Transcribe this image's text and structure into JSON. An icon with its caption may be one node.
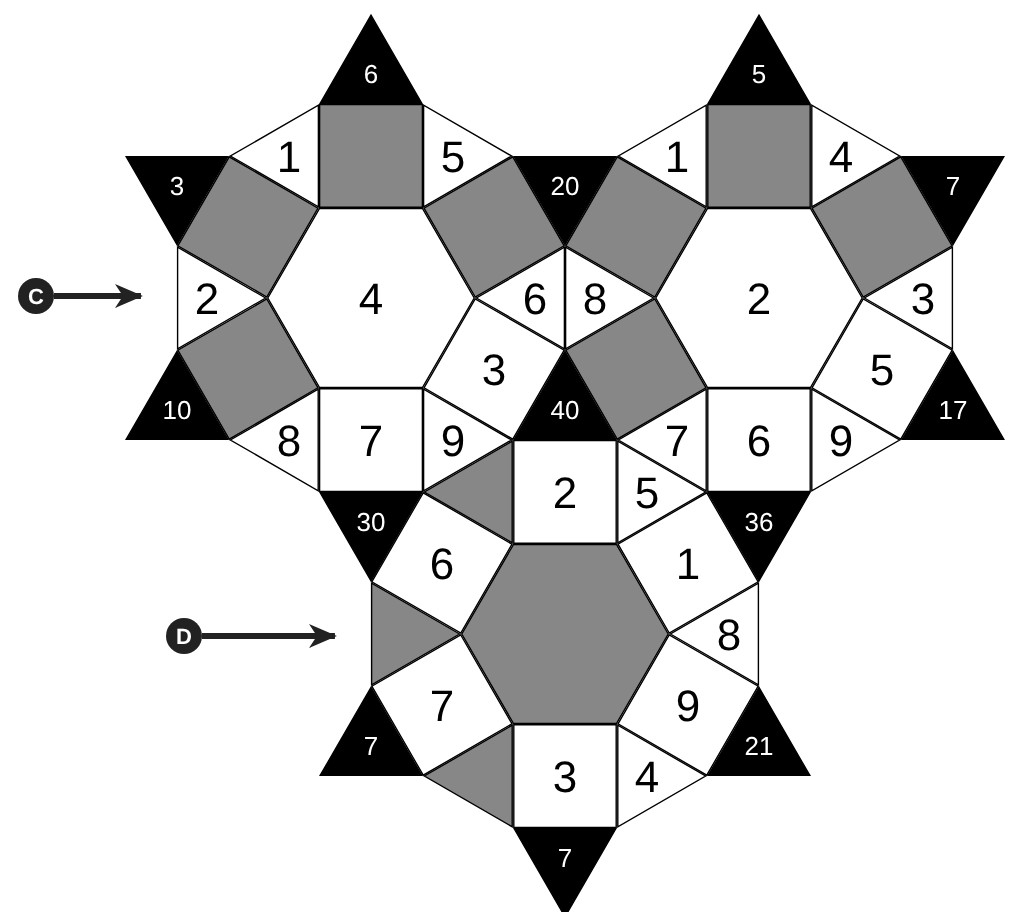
{
  "diagram": {
    "nodes": [
      {
        "text": [
          "6"
        ]
      },
      {
        "text": [
          "5"
        ]
      },
      {
        "text": [],
        "shape": "square"
      },
      {
        "text": [],
        "shape": "square"
      },
      {
        "text": [
          "3"
        ]
      },
      {
        "text": [
          "1"
        ]
      },
      {
        "text": [
          "5"
        ]
      },
      {
        "text": [
          "20"
        ]
      },
      {
        "text": [
          "1"
        ]
      },
      {
        "text": [
          "4"
        ]
      },
      {
        "text": [
          "7"
        ]
      },
      {
        "text": [],
        "shape": "square"
      },
      {
        "text": [],
        "shape": "square"
      },
      {
        "text": [],
        "shape": "square"
      },
      {
        "text": [],
        "shape": "square"
      },
      {
        "text": [
          "C"
        ]
      },
      {
        "text": [
          "2"
        ]
      },
      {
        "text": [
          "4"
        ]
      },
      {
        "text": [
          "6"
        ]
      },
      {
        "text": [
          "8"
        ]
      },
      {
        "text": [
          "2"
        ]
      },
      {
        "text": [
          "3"
        ]
      },
      {
        "text": [],
        "shape": "square"
      },
      {
        "text": [
          "3"
        ]
      },
      {
        "text": [],
        "shape": "square"
      },
      {
        "text": [
          "5"
        ]
      },
      {
        "text": [
          "10"
        ]
      },
      {
        "text": [
          "40"
        ]
      },
      {
        "text": [
          "17"
        ]
      },
      {
        "text": [
          "8"
        ]
      },
      {
        "text": [
          "7"
        ]
      },
      {
        "text": [
          "9"
        ]
      },
      {
        "text": [
          "7"
        ]
      },
      {
        "text": [
          "6"
        ]
      },
      {
        "text": [
          "9"
        ]
      },
      {
        "text": [],
        "shape": "triangle"
      },
      {
        "text": [
          "2"
        ]
      },
      {
        "text": [
          "5"
        ]
      },
      {
        "text": [
          "30"
        ]
      },
      {
        "text": [
          "36"
        ]
      },
      {
        "text": [
          "6"
        ]
      },
      {
        "text": [
          "1"
        ]
      },
      {
        "text": [
          "D"
        ]
      },
      {
        "text": [],
        "shape": "triangle"
      },
      {
        "text": [],
        "shape": "hexagon"
      },
      {
        "text": [
          "8"
        ]
      },
      {
        "text": [
          "7"
        ]
      },
      {
        "text": [
          "9"
        ]
      },
      {
        "text": [
          "7"
        ]
      },
      {
        "text": [
          "21"
        ]
      },
      {
        "text": [],
        "shape": "triangle"
      },
      {
        "text": [
          "3"
        ]
      },
      {
        "text": [
          "4"
        ]
      },
      {
        "text": [
          "7"
        ]
      }
    ],
    "edges": [
      {
        "from": 15,
        "to": 16,
        "arrow": "to"
      },
      {
        "from": 42,
        "to": 43,
        "arrow": "to"
      }
    ]
  }
}
